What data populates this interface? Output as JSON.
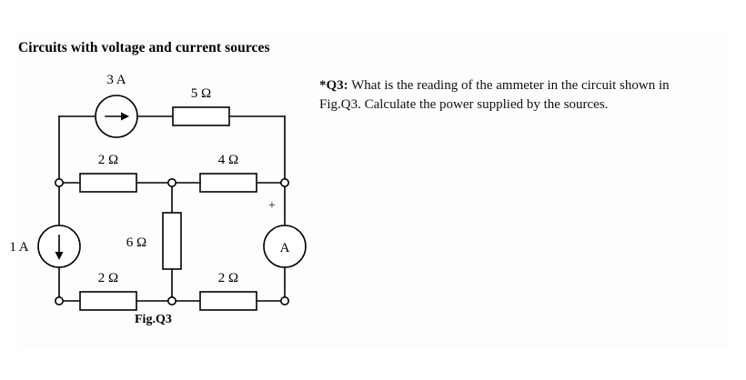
{
  "document": {
    "heading": "Circuits with voltage and current sources"
  },
  "question": {
    "label": "*Q3:",
    "text": " What is the reading of the ammeter in the circuit shown in Fig.Q3. Calculate the power supplied by the sources."
  },
  "figure": {
    "caption": "Fig.Q3",
    "ammeter_label": "A",
    "polarity_plus": "+",
    "sources": [
      {
        "name": "current-source-top",
        "label": "3 A",
        "direction": "right"
      },
      {
        "name": "current-source-left",
        "label": "1 A",
        "direction": "down"
      }
    ],
    "resistors": [
      {
        "name": "resistor-5-ohm",
        "label": "5 Ω"
      },
      {
        "name": "resistor-2-ohm-upper-left",
        "label": "2 Ω"
      },
      {
        "name": "resistor-4-ohm",
        "label": "4 Ω"
      },
      {
        "name": "resistor-6-ohm",
        "label": "6 Ω"
      },
      {
        "name": "resistor-2-ohm-lower-left",
        "label": "2 Ω"
      },
      {
        "name": "resistor-2-ohm-lower-right",
        "label": "2 Ω"
      }
    ]
  },
  "colors": {
    "ink": "#000000",
    "page": "#ffffff",
    "panel": "#fdfdfd"
  }
}
